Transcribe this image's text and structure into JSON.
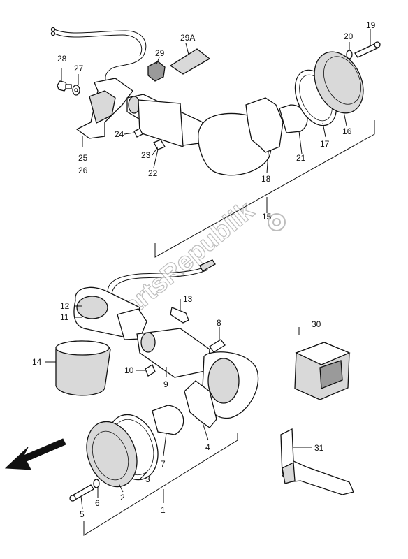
{
  "watermark": "PartsRepublik",
  "labels": {
    "l1": "1",
    "l2": "2",
    "l3": "3",
    "l4": "4",
    "l5": "5",
    "l6": "6",
    "l7": "7",
    "l8": "8",
    "l9": "9",
    "l10": "10",
    "l11": "11",
    "l12": "12",
    "l13": "13",
    "l14": "14",
    "l15": "15",
    "l16": "16",
    "l17": "17",
    "l18": "18",
    "l19": "19",
    "l20": "20",
    "l21": "21",
    "l22": "22",
    "l23": "23",
    "l24": "24",
    "l25": "25",
    "l26": "26",
    "l27": "27",
    "l28": "28",
    "l29": "29",
    "l29a": "29A",
    "l30": "30",
    "l31": "31"
  }
}
